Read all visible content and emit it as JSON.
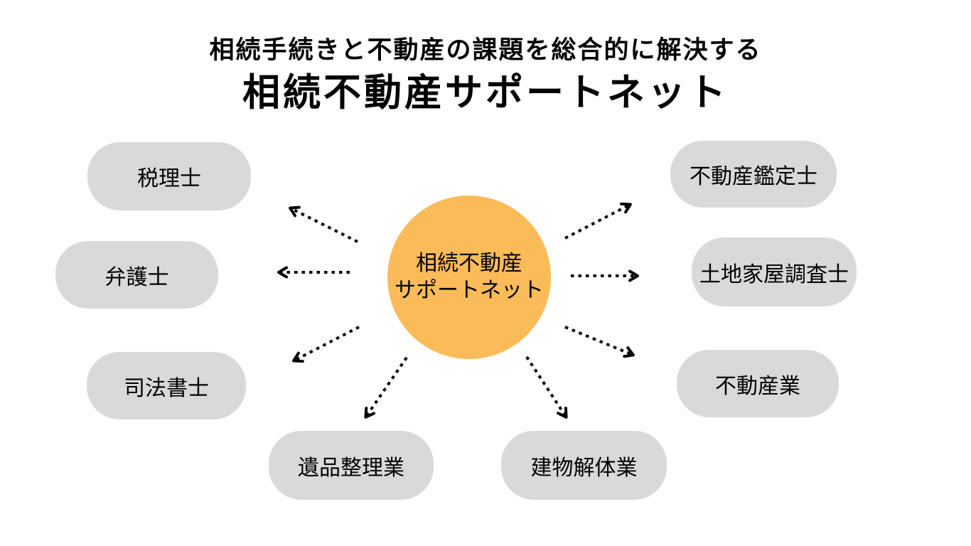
{
  "title": {
    "tagline": "相続手続きと不動産の課題を総合的に解決する",
    "main": "相続不動産サポートネット"
  },
  "hub": {
    "line1": "相続不動産",
    "line2": "サポートネット"
  },
  "nodes": [
    {
      "id": "tax-accountant",
      "label": "税理士"
    },
    {
      "id": "lawyer",
      "label": "弁護士"
    },
    {
      "id": "judicial-scrivener",
      "label": "司法書士"
    },
    {
      "id": "estate-cleanup",
      "label": "遺品整理業"
    },
    {
      "id": "demolition",
      "label": "建物解体業"
    },
    {
      "id": "real-estate-agency",
      "label": "不動産業"
    },
    {
      "id": "land-surveyor",
      "label": "土地家屋調査士"
    },
    {
      "id": "real-estate-appraiser",
      "label": "不動産鑑定士"
    }
  ],
  "edges": [
    {
      "from": "hub",
      "to": "tax-accountant",
      "style": "dotted-arrow"
    },
    {
      "from": "hub",
      "to": "lawyer",
      "style": "dotted-arrow"
    },
    {
      "from": "hub",
      "to": "judicial-scrivener",
      "style": "dotted-arrow"
    },
    {
      "from": "hub",
      "to": "estate-cleanup",
      "style": "dotted-arrow"
    },
    {
      "from": "hub",
      "to": "demolition",
      "style": "dotted-arrow"
    },
    {
      "from": "hub",
      "to": "real-estate-agency",
      "style": "dotted-arrow"
    },
    {
      "from": "hub",
      "to": "land-surveyor",
      "style": "dotted-arrow"
    },
    {
      "from": "hub",
      "to": "real-estate-appraiser",
      "style": "dotted-arrow"
    }
  ],
  "colors": {
    "background": "#FFFFFF",
    "center_bg": "#FBBB58",
    "node_bg": "#D9D9D9",
    "arrow": "#000000",
    "text": "#000000"
  }
}
